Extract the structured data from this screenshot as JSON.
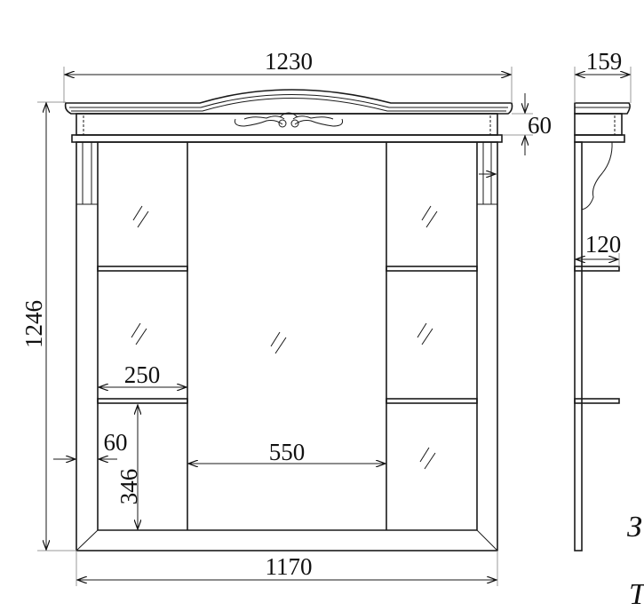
{
  "drawing": {
    "front_view": {
      "overall_width_top": "1230",
      "overall_height": "1246",
      "cornice_height": "60",
      "shelf_width": "250",
      "side_depth_offset": "60",
      "lower_opening_height": "346",
      "mirror_width": "550",
      "overall_width_bottom": "1170"
    },
    "side_view": {
      "depth_top": "159",
      "shelf_depth": "120"
    },
    "cropped_labels": [
      "З",
      "Т"
    ]
  }
}
